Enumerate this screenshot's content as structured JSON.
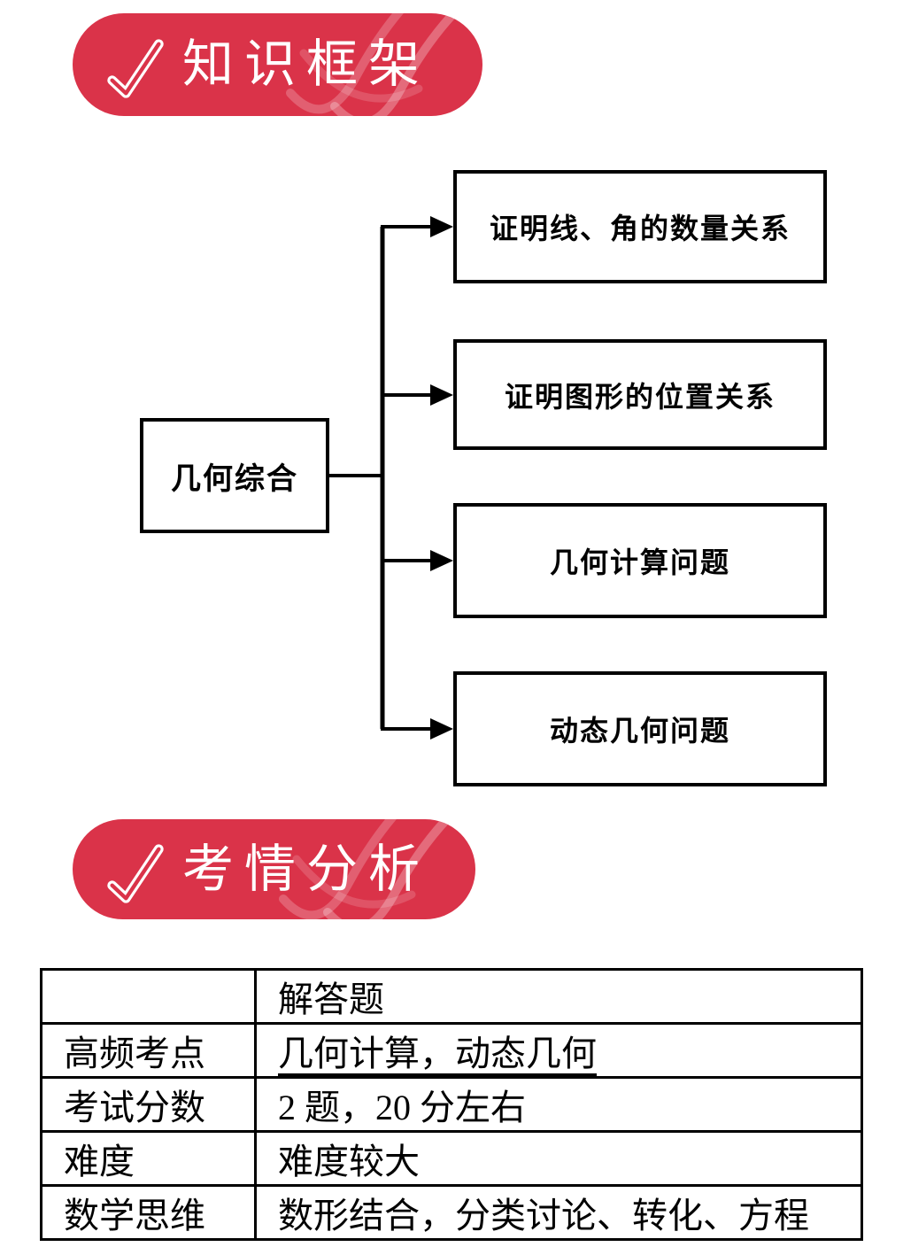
{
  "colors": {
    "banner_red": "#DA3349",
    "line_black": "#000000",
    "text_white": "#ffffff"
  },
  "banners": {
    "knowledge": "知识框架",
    "exam": "考情分析"
  },
  "diagram": {
    "root": "几何综合",
    "children": [
      "证明线、角的数量关系",
      "证明图形的位置关系",
      "几何计算问题",
      "动态几何问题"
    ]
  },
  "table": {
    "header_col2": "解答题",
    "rows": [
      {
        "label": "高频考点",
        "value": "几何计算，动态几何"
      },
      {
        "label": "考试分数",
        "value": "2 题，20 分左右"
      },
      {
        "label": "难度",
        "value": "难度较大"
      },
      {
        "label": "数学思维",
        "value": "数形结合，分类讨论、转化、方程"
      }
    ]
  }
}
